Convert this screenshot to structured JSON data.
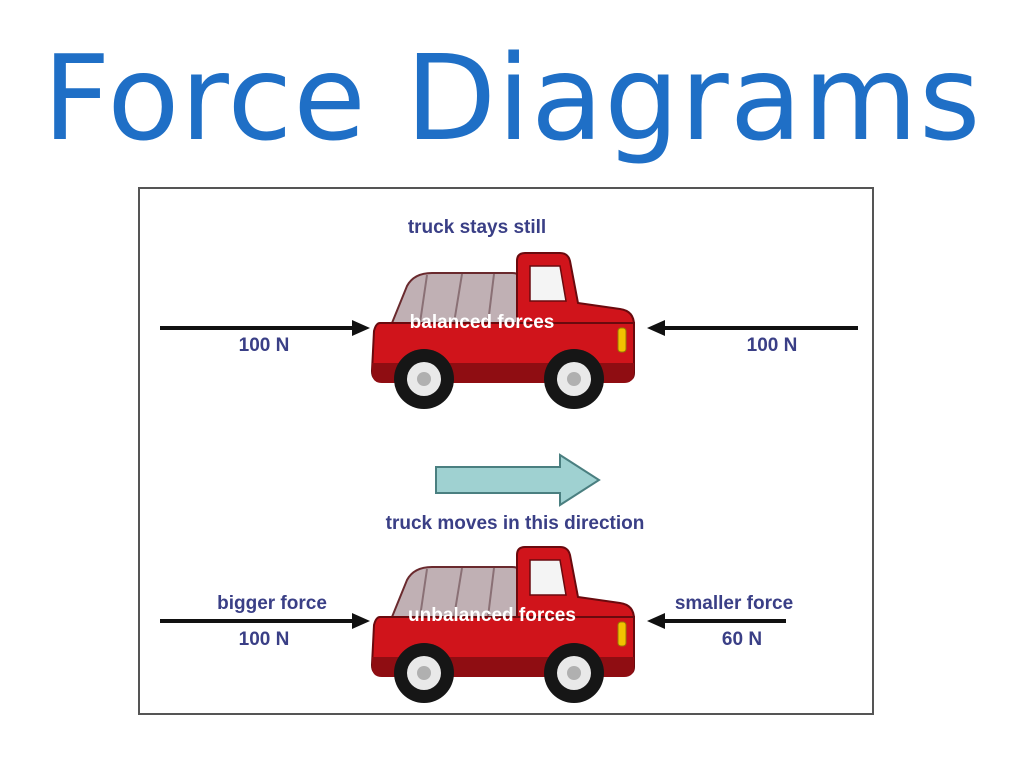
{
  "title": "Force Diagrams",
  "top_scene": {
    "caption": "truck stays still",
    "band_label": "balanced forces",
    "left_force": "100 N",
    "right_force": "100 N"
  },
  "bottom_scene": {
    "motion_caption": "truck moves in this direction",
    "band_label": "unbalanced forces",
    "left_force_label": "bigger force",
    "left_force": "100 N",
    "right_force_label": "smaller force",
    "right_force": "60 N"
  },
  "colors": {
    "title": "#1f6fc6",
    "label": "#3a3f86",
    "truck_body": "#d0141b",
    "truck_dark": "#8f0d12",
    "cargo": "#b9a9ad",
    "motion_arrow": "#9fd1d1"
  }
}
